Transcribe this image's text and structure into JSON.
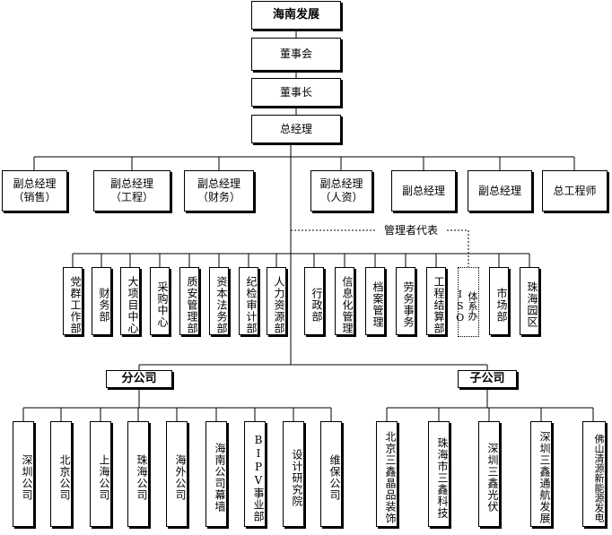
{
  "top": [
    "海南发展",
    "董事会",
    "董事长",
    "总经理"
  ],
  "vps": [
    "副总经理\n（销售）",
    "副总经理\n（工程）",
    "副总经理\n（财务）",
    "副总经理\n（人资）",
    "副总经理",
    "副总经理",
    "总工程师"
  ],
  "mgmt_rep": "管理者代表",
  "depts": [
    "党群工作部",
    "财务部",
    "大项目中心",
    "采购中心",
    "质安管理部",
    "资本法务部",
    "纪检审计部",
    "人力资源部",
    "行政部",
    "信息化管理",
    "档案管理",
    "劳务事务",
    "工程结算部",
    "体系办ISO",
    "市场部",
    "珠海园区"
  ],
  "branch_label": "分公司",
  "sub_label": "子公司",
  "branches": [
    "深圳公司",
    "北京公司",
    "上海公司",
    "珠海公司",
    "海外公司",
    "海南公司幕墙",
    "BIPV事业部",
    "设计研究院",
    "维保公司"
  ],
  "subsidiaries": [
    "北京三鑫晶品装饰",
    "珠海市三鑫科技",
    "深圳三鑫光伏",
    "深圳三鑫通航发展",
    "佛山清源新能源发电"
  ]
}
